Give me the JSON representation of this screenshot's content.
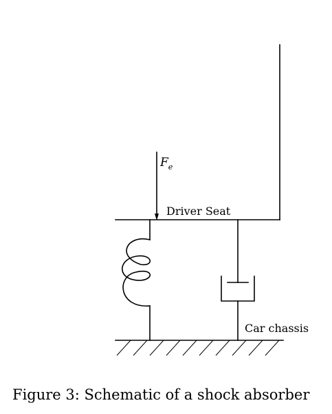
{
  "labels": {
    "force_symbol": "F",
    "force_subscript": "e",
    "driver_seat": "Driver Seat",
    "car_chassis": "Car chassis"
  },
  "caption": "Figure 3: Schematic of a shock absorber"
}
